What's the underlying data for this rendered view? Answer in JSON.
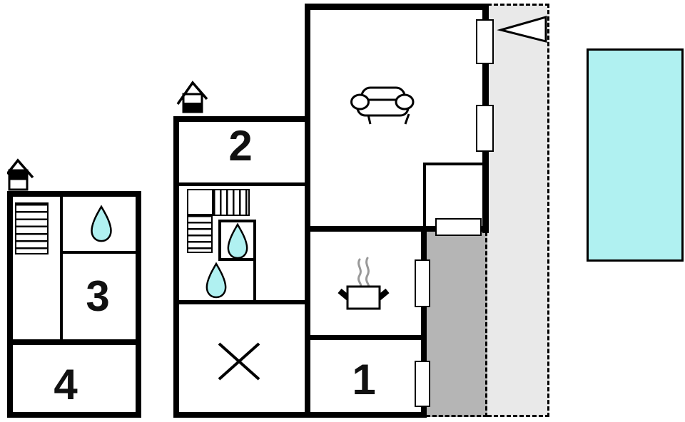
{
  "colors": {
    "wall": "#000000",
    "water": "#b0f1f1",
    "terraceLight": "#e9e9e9",
    "terraceDark": "#b5b5b5",
    "steam": "#999999",
    "label": "#111111"
  },
  "rooms": {
    "r1": {
      "label": "1"
    },
    "r2": {
      "label": "2"
    },
    "r3": {
      "label": "3"
    },
    "r4": {
      "label": "4"
    }
  },
  "icons": {
    "sofa": "sofa-icon",
    "cooking_pot": "cooking-pot-icon",
    "water_drop": "water-drop-icon",
    "stairs": "stairs-icon",
    "chimney": "house-chimney-icon",
    "north_arrow": "direction-arrow-icon",
    "radiator": "window-radiator-icon",
    "cross": "cross-mark-icon",
    "pool": "swimming-pool"
  }
}
